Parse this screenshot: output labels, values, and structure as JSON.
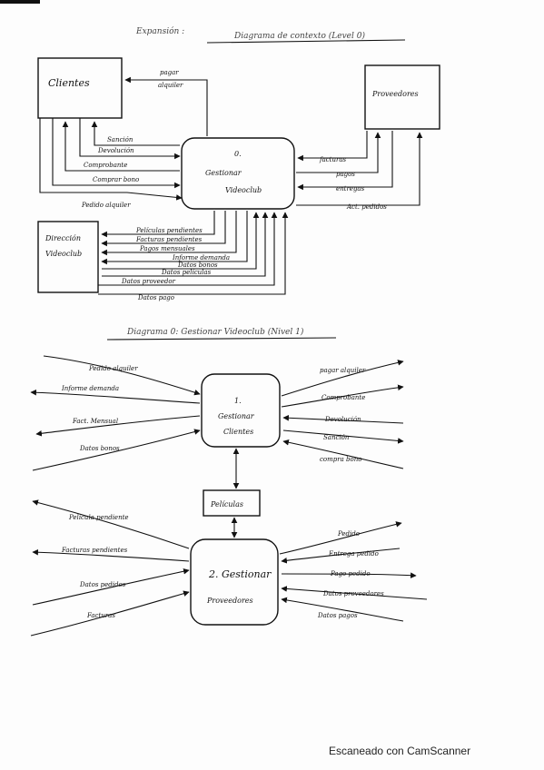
{
  "header": {
    "left_note": "Expansión :",
    "title": "Diagrama de contexto (Level 0)"
  },
  "context": {
    "clientes": "Clientes",
    "proveedores": "Proveedores",
    "direccion_line1": "Dirección",
    "direccion_line2": "Videoclub",
    "process_num": "0.",
    "process_line1": "Gestionar",
    "process_line2": "Videoclub",
    "flows": {
      "pagar_alquiler_1": "pagar",
      "pagar_alquiler_2": "alquiler",
      "sancion": "Sanción",
      "devolucion": "Devolución",
      "comprobante": "Comprobante",
      "comprar_bono": "Comprar bono",
      "pedido_alquiler": "Pedido alquiler",
      "facturas": "facturas",
      "pagos": "pagos",
      "entregas": "entregas",
      "act_pedidos": "Act. pedidos",
      "peliculas_pendientes": "Películas pendientes",
      "facturas_pendientes": "Facturas pendientes",
      "pagos_mensuales": "Pagos mensuales",
      "informe_demanda": "Informe demanda",
      "datos_bonos": "Datos bonos",
      "datos_peliculas": "Datos películas",
      "datos_proveedor": "Datos proveedor",
      "datos_pago": "Datos pago"
    }
  },
  "level1": {
    "title": "Diagrama 0: Gestionar Videoclub (Nivel 1)",
    "process1_line1": "1.",
    "process1_line2": "Gestionar",
    "process1_line3": "Clientes",
    "store": "Películas",
    "process2_line1": "2. Gestionar",
    "process2_line2": "Proveedores",
    "flows": {
      "pedido_alquiler": "Pedido alquiler",
      "informe_demanda": "Informe demanda",
      "fact_mensual": "Fact. Mensual",
      "datos_bonos": "Datos bonos",
      "pagar_alquiler": "pagar alquiler",
      "comprobante": "Comprobante",
      "devolucion": "Devolución",
      "sancion": "Sanción",
      "compra_bono": "compra bono",
      "pelicula_pendiente": "Película pendiente",
      "facturas_pendientes": "Facturas pendientes",
      "datos_pedidos": "Datos pedidos",
      "facturas": "Facturas",
      "pedido": "Pedido",
      "entrega_pedido": "Entrega pedido",
      "pago_pedido": "Pago pedido",
      "datos_proveedores": "Datos proveedores",
      "datos_pagos": "Datos pagos"
    }
  },
  "footer": "Escaneado con CamScanner"
}
